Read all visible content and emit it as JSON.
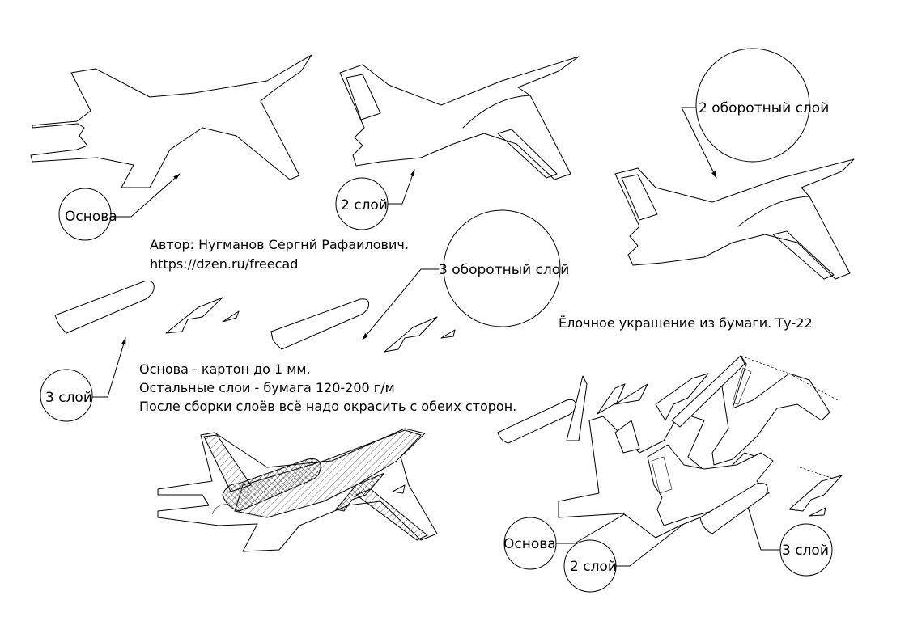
{
  "author": {
    "line1": "Автор: Нугманов Сергнй Рафаилович.",
    "line2": "https://dzen.ru/freecad"
  },
  "title": "Ёлочное украшение из бумаги. Ту-22",
  "instructions": {
    "line1": "Основа - картон до 1 мм.",
    "line2": "Остальные слои - бумага 120-200 г/м",
    "line3": "После сборки слоёв всё надо окрасить с обеих сторон."
  },
  "callouts": {
    "osnova_top": "Основа",
    "sloy2_top": "2 слой",
    "sloy2_reverse": "2 оборотный слой",
    "sloy3_reverse": "3 оборотный слой",
    "sloy3_left": "3 слой",
    "osnova_bottom": "Основа",
    "sloy2_bottom": "2 слой",
    "sloy3_bottom": "3 слой"
  }
}
